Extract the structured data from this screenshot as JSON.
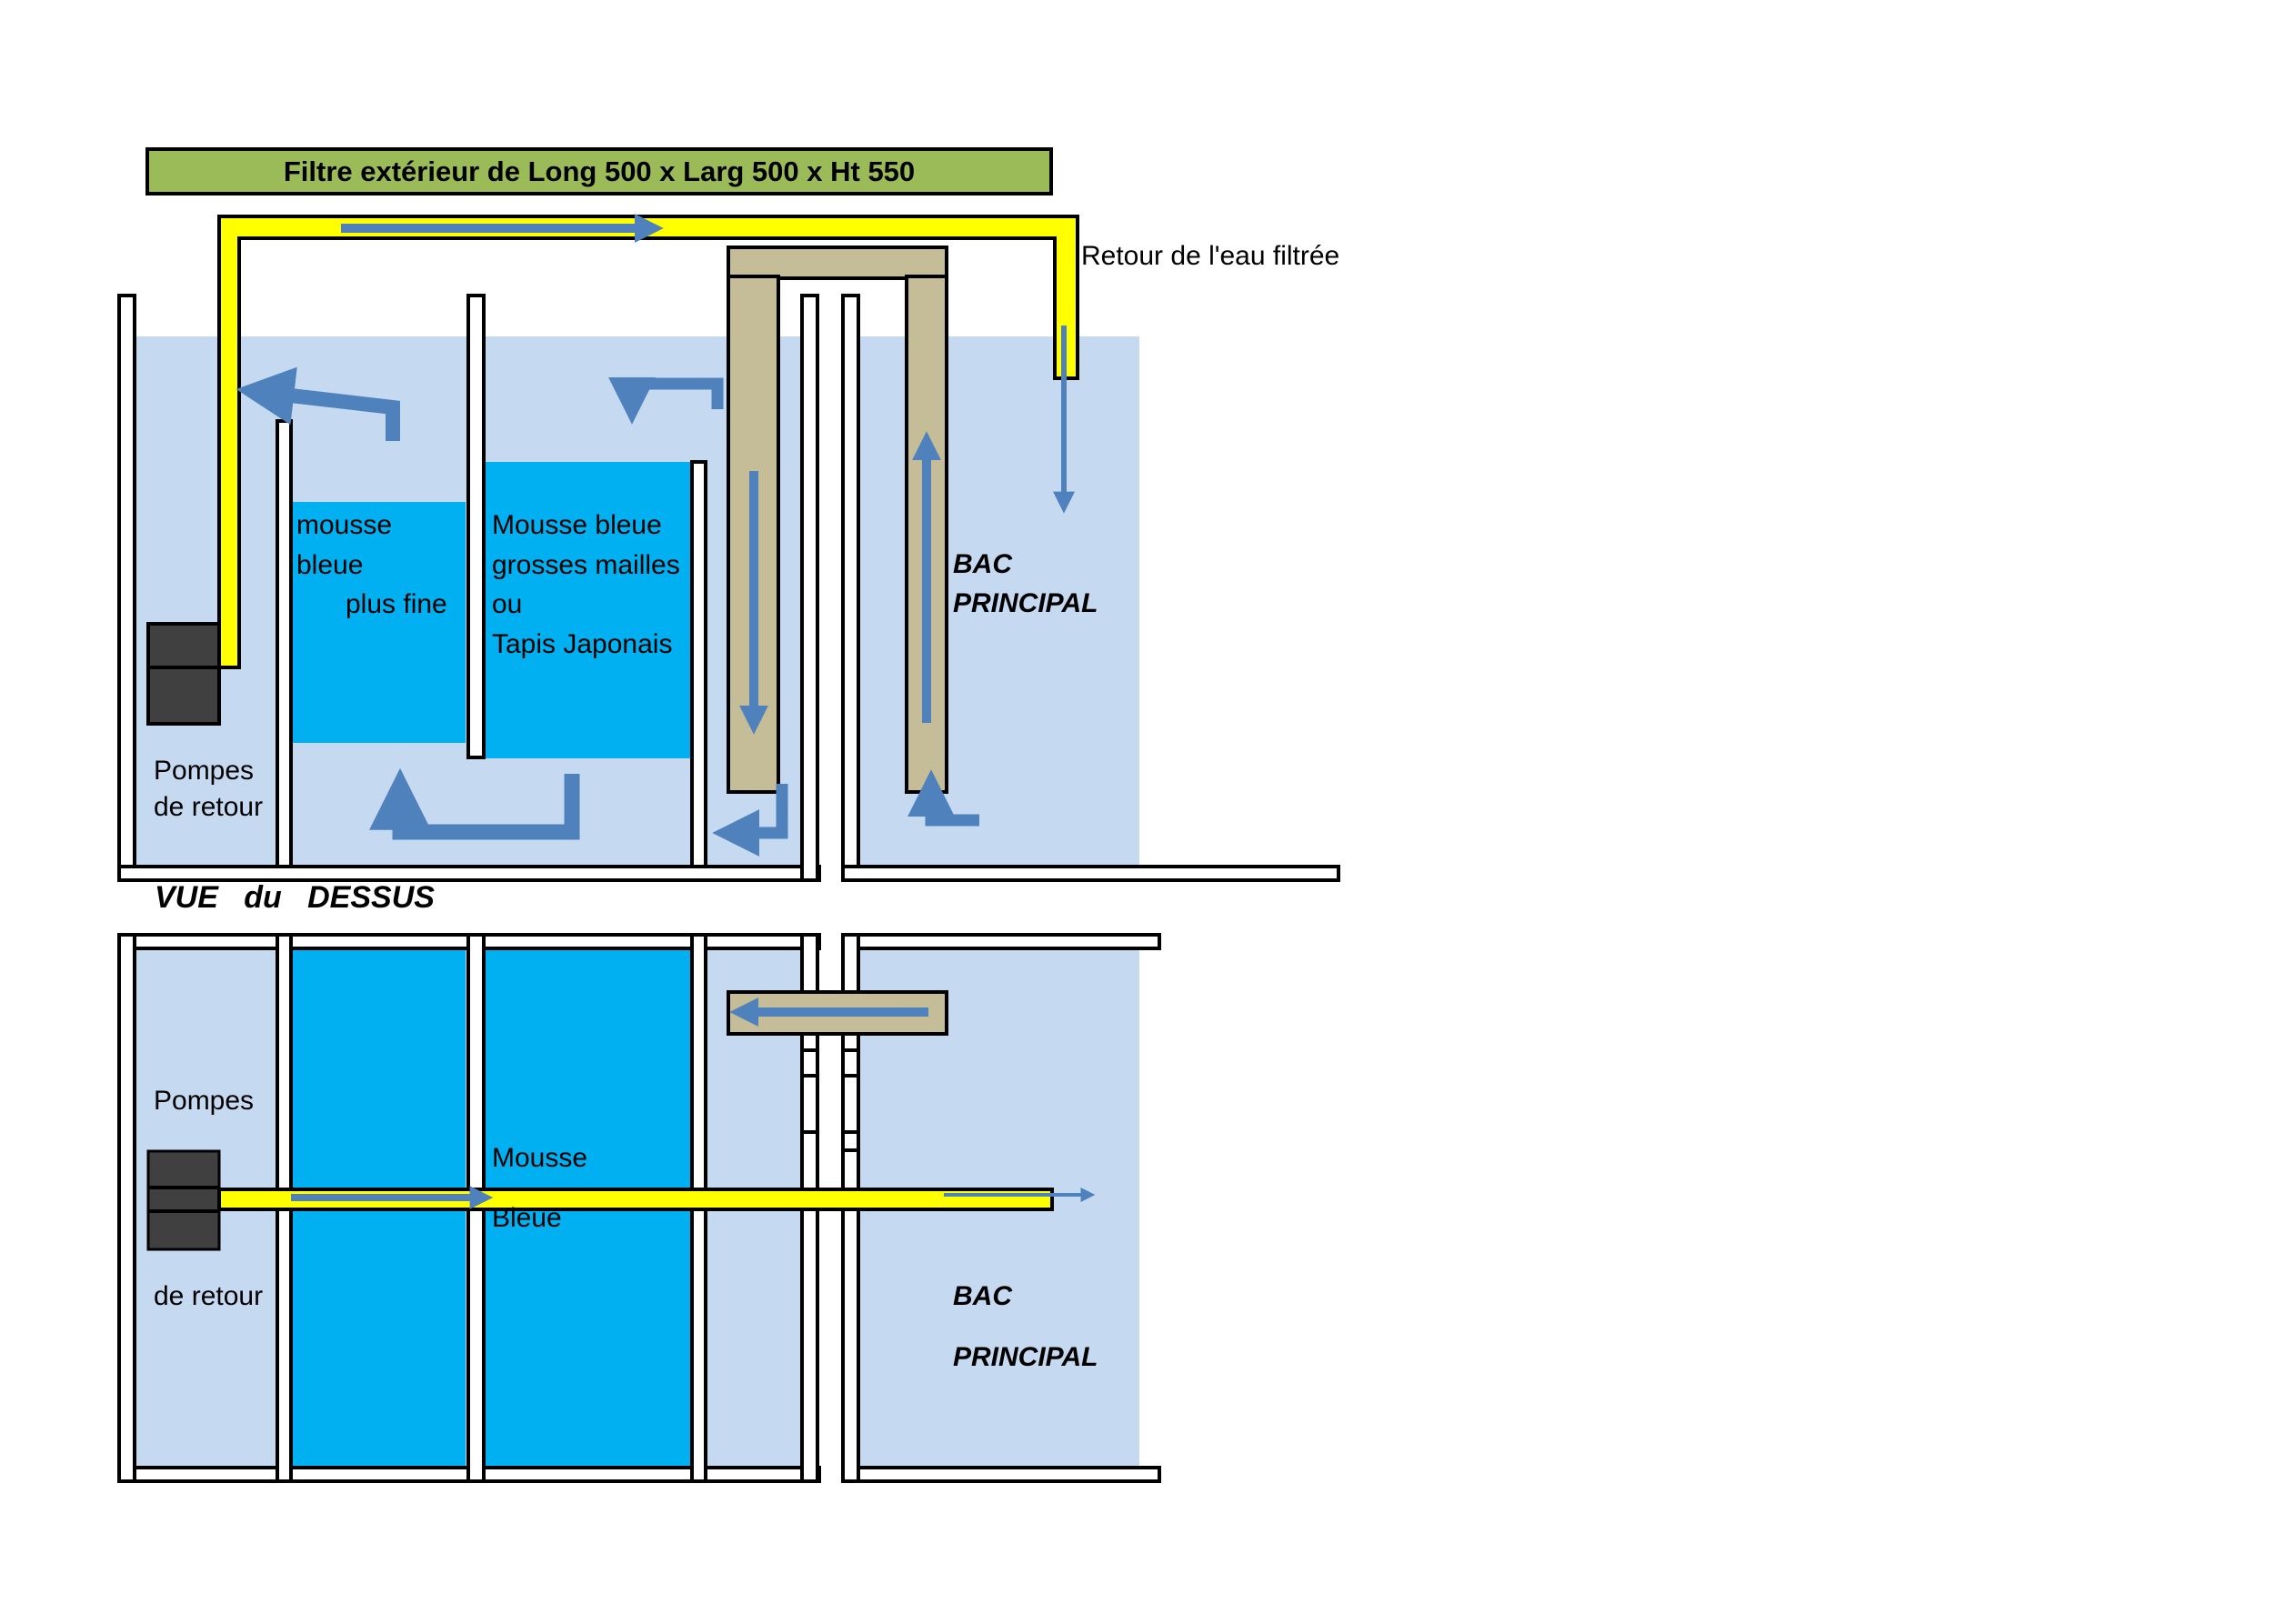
{
  "title": "Filtre extérieur de Long 500 x Larg 500 x Ht 550",
  "side_view": {
    "return_label": "Retour de l'eau filtrée",
    "foam_fine": [
      "mousse",
      "bleue",
      "plus fine"
    ],
    "foam_coarse": [
      "Mousse bleue",
      "grosses mailles",
      "ou",
      "Tapis Japonais"
    ],
    "main_tank": [
      "BAC",
      "PRINCIPAL"
    ],
    "pumps": [
      "Pompes",
      "de retour"
    ]
  },
  "top_view": {
    "heading": "VUE   du   DESSUS",
    "pumps_top": "Pompes",
    "pumps_bottom": "de retour",
    "foam": [
      "Mousse",
      "Bleue"
    ],
    "main_tank": [
      "BAC",
      "PRINCIPAL"
    ]
  },
  "colors": {
    "water": "#c5d9f1",
    "foam": "#00b0f0",
    "pipe": "#ffff00",
    "pipe_outline": "#000000",
    "overflow_box": "#c4bd97",
    "arrow": "#4f81bd",
    "title_bar": "#9bbb59",
    "pump": "#404040"
  }
}
